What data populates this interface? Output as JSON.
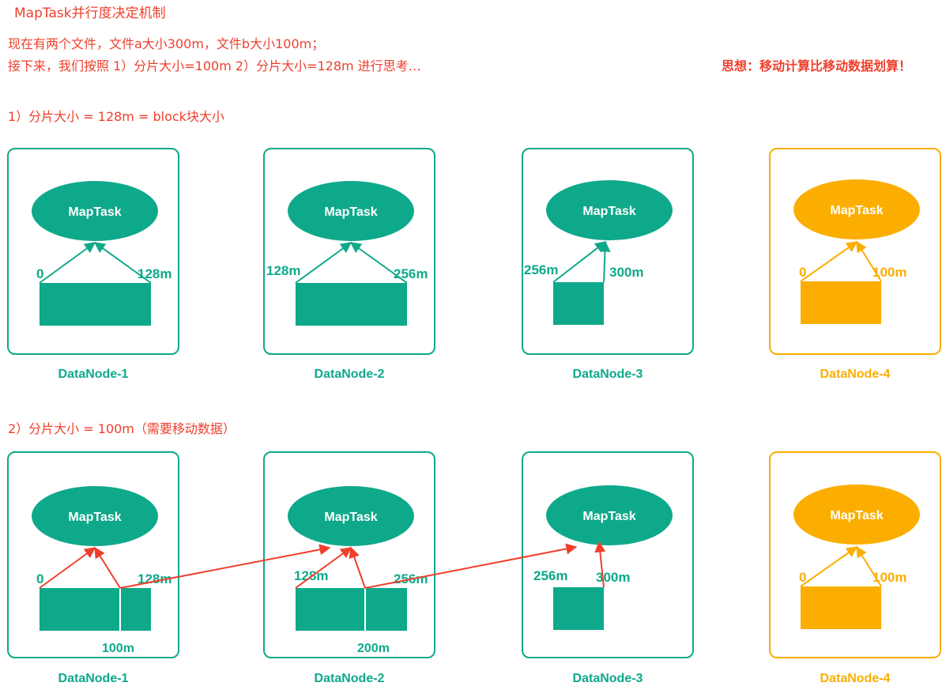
{
  "title": "MapTask并行度决定机制",
  "intro": {
    "line1": "现在有两个文件，文件a大小300m，文件b大小100m；",
    "line2": "接下来，我们按照 1）分片大小=100m  2）分片大小=128m 进行思考…"
  },
  "idea": "思想：移动计算比移动数据划算！",
  "task_label": "MapTask",
  "colors": {
    "teal": "#0ea98a",
    "orange": "#fbae00",
    "red": "#ef3f2c",
    "white": "#ffffff"
  },
  "sections": [
    {
      "heading": "1）分片大小 = 128m = block块大小",
      "nodes": [
        {
          "name": "DataNode-1",
          "color": "teal",
          "start": "0",
          "end": "128m"
        },
        {
          "name": "DataNode-2",
          "color": "teal",
          "start": "128m",
          "end": "256m"
        },
        {
          "name": "DataNode-3",
          "color": "teal",
          "start": "256m",
          "end": "300m"
        },
        {
          "name": "DataNode-4",
          "color": "orange",
          "start": "0",
          "end": "100m"
        }
      ]
    },
    {
      "heading": "2）分片大小 = 100m（需要移动数据）",
      "nodes": [
        {
          "name": "DataNode-1",
          "color": "teal",
          "start": "0",
          "end": "128m",
          "split": "100m"
        },
        {
          "name": "DataNode-2",
          "color": "teal",
          "start": "128m",
          "end": "256m",
          "split": "200m"
        },
        {
          "name": "DataNode-3",
          "color": "teal",
          "start": "256m",
          "end": "300m"
        },
        {
          "name": "DataNode-4",
          "color": "orange",
          "start": "0",
          "end": "100m"
        }
      ]
    }
  ]
}
